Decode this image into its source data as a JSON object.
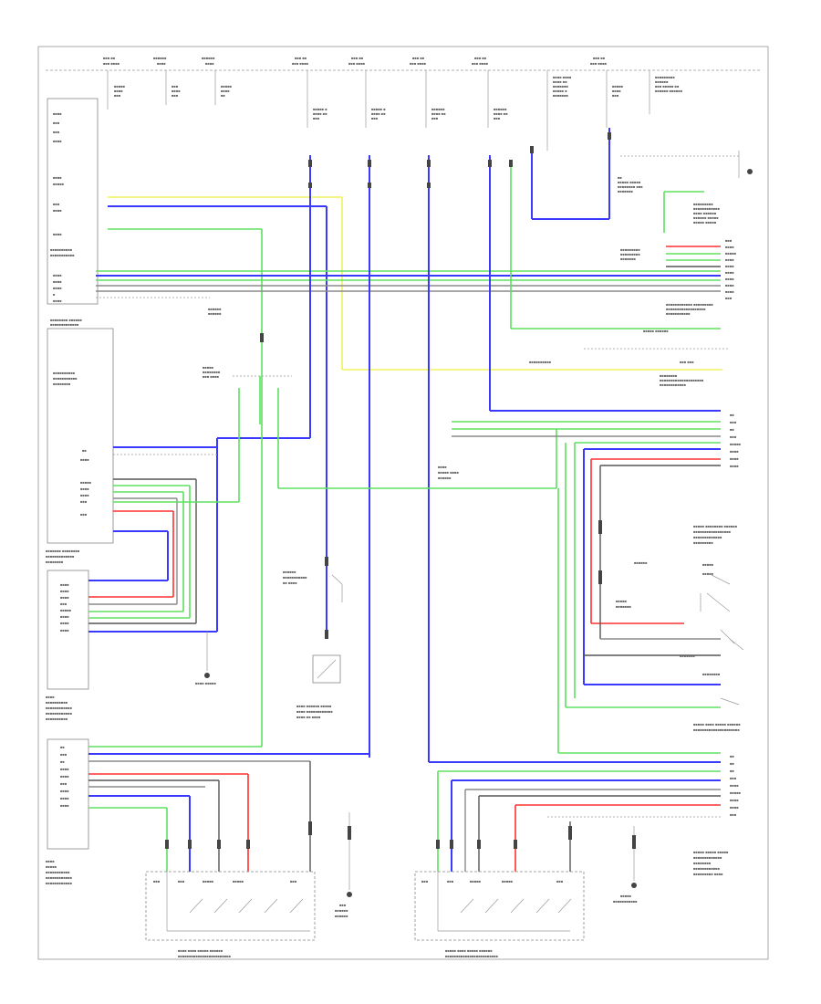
{
  "diagram": {
    "footer_code": "",
    "labels": {
      "window_lock": "WINDOW LOCK",
      "front_pass_motor": "FRONT PASSENGER MOTOR",
      "left_rear_assy": "LEFT REAR POWER WINDOW REGULATOR MOTOR ASSEMBLY",
      "right_rear_assy": "RIGHT REAR POWER WINDOW REGULATOR MOTOR ASSEMBLY",
      "door_lock_motor": "LEFT FRONT DOOR LOCK MOTOR",
      "body_ground": "BODY GROUND"
    }
  }
}
